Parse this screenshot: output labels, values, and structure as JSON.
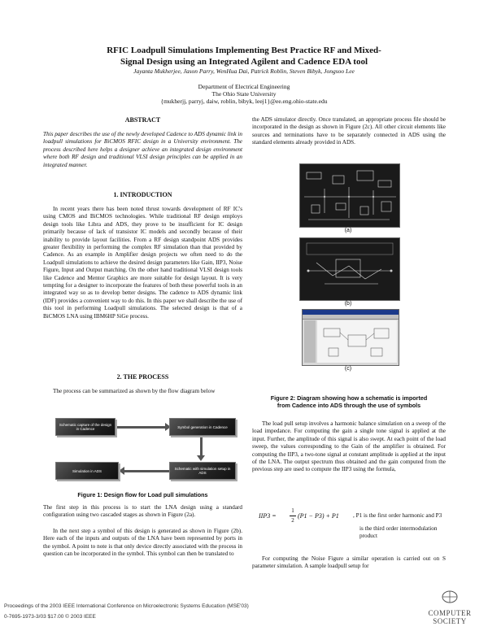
{
  "title_line1": "RFIC Loadpull Simulations Implementing Best Practice RF and Mixed-",
  "title_line2": "Signal Design using an Integrated Agilent and Cadence EDA tool",
  "authors": "Jayanta Mukherjee, Jason Parry, WenHua Dai, Patrick Roblin, Steven Bibyk, Jongsoo Lee",
  "affiliation": {
    "dept": "Department of Electrical Engineering",
    "univ": "The Ohio State University",
    "email": "{mukherjj, parryj, daiw, roblin, bibyk, leej1}@ee.eng.ohio-state.edu"
  },
  "abstract_heading": "ABSTRACT",
  "abstract_text": "This paper describes the use of the newly developed Cadence to ADS dynamic link in loadpull simulations for BiCMOS RFIC design in a University environment. The process described here helps a designer achieve an integrated design environment where both RF design and traditional VLSI design principles can be applied in an integrated manner.",
  "intro_heading": "1. INTRODUCTION",
  "intro_text": "In recent years there has been noted thrust towards development of RF IC's using CMOS and BiCMOS technologies. While traditional RF design employs design tools like Libra and ADS, they prove to be insufficient for IC design primarily because of lack of transistor IC models and secondly because of their inability to provide layout facilities. From a RF design standpoint ADS provides greater flexibility in performing the complex RF simulation than that provided by Cadence. As an example in Amplifier design projects we often need to do the Loadpull simulations to achieve the desired design parameters like Gain, IIP3, Noise Figure, Input and Output matching. On the other hand traditional VLSI design tools like Cadence and Mentor Graphics are more suitable for design layout. It is very tempting for a designer to incorporate the features of both these powerful tools in an integrated way so as to develop better designs. The cadence to ADS dynamic link (IDF) provides a convenient way to do this. In this paper we shall describe the use of this tool in performing Loadpull simulations. The selected design is that of a BiCMOS LNA using IBM6HP SiGe process.",
  "process_heading": "2. THE PROCESS",
  "process_text": "The process can be summarized as shown by the flow diagram below",
  "flow_boxes": [
    "Schematic capture of the design in Cadence",
    "Symbol generation in Cadence",
    "Schematic with simulation setup in ADS",
    "Simulation in ADS"
  ],
  "fig1_caption": "Figure 1: Design flow for Load pull simulations",
  "left_p1": "The first step in this process is to start the LNA design using a standard configuration using two cascaded stages as shown in Figure (2a).",
  "left_p2": "In the next step a symbol of this design is generated as shown in Figure (2b). Here each of the inputs and outputs of the LNA have been represented by ports in the symbol. A point to note is that only device directly associated with the process in question can be incorporated in the symbol. This symbol can then be translated to",
  "right_p0": "the ADS simulator directly. Once translated, an appropriate process file should be incorporated in the design as shown in Figure (2c). All other circuit elements like sources and terminations have to be separately connected in ADS using the standard elements already provided in ADS.",
  "fig_labels": [
    "(a)",
    "(b)",
    "(c)"
  ],
  "fig2_caption_line1": "Figure 2: Diagram showing how a schematic is imported",
  "fig2_caption_line2": "from Cadence into ADS through the use of symbols",
  "right_p1": "The load pull setup involves a harmonic balance simulation on a sweep of the load impedance. For computing the gain a single tone signal is applied at the input. Further, the amplitude of this signal is also swept. At each point of the load sweep, the values corresponding to the Gain of the amplifier is obtained. For computing the IIP3, a two-tone signal at constant amplitude is applied at the input of the LNA. The output spectrum thus obtained and the gain computed from the previous step are used to compute the IIP3 using the formula,",
  "formula": {
    "lhs": "IIP3 =",
    "num": "1",
    "den": "2",
    "body": "(P1 − P3) + P1",
    "note1": ",  P1 is the first order harmonic and P3",
    "note2": "is the third order intermodulation",
    "note3": "product"
  },
  "right_p2": "For computing the Noise Figure a similar operation is carried out on S parameter simulation. A sample loadpull setup for",
  "footer_line1": "Proceedings of the 2003 IEEE International Conference on Microelectronic Systems Education (MSE'03)",
  "footer_line2": "0-7695-1973-3/03 $17.00 © 2003 IEEE",
  "logo_line1": "COMPUTER",
  "logo_line2": "SOCIETY"
}
